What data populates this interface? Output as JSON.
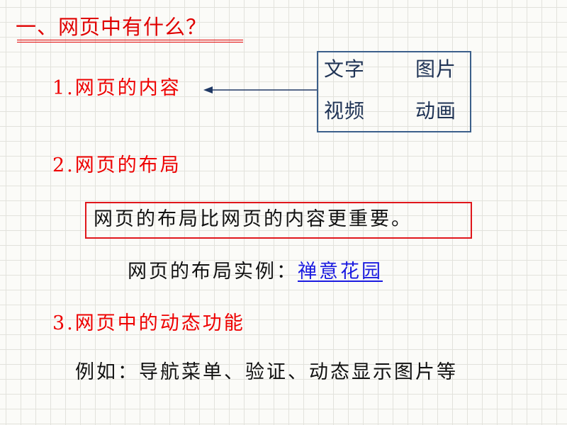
{
  "slide": {
    "title": "一、网页中有什么？",
    "colors": {
      "title": "#e00000",
      "heading": "#ee0000",
      "body_text": "#111111",
      "link": "#1a1ae0",
      "media_box_border": "#3b5f8a",
      "note_box_border": "#e0161b",
      "arrow": "#1f3864",
      "grid": "#e2e2dc"
    }
  },
  "sections": [
    {
      "number": "1.",
      "label": "网页的内容"
    },
    {
      "number": "2.",
      "label": "网页的布局"
    },
    {
      "number": "3.",
      "label": "网页中的动态功能"
    }
  ],
  "media_box": {
    "items": [
      "文字",
      "图片",
      "视频",
      "动画"
    ]
  },
  "layout_note": "网页的布局比网页的内容更重要。",
  "layout_example": {
    "label": "网页的布局实例：",
    "link_text": "禅意花园"
  },
  "dynamic_example": "例如：导航菜单、验证、动态显示图片等"
}
